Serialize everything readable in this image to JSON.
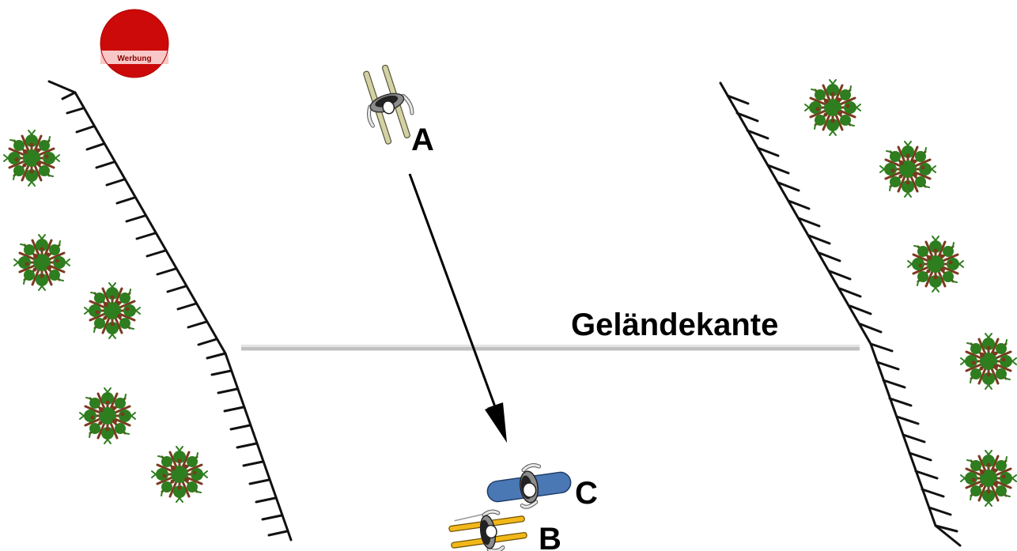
{
  "labels": {
    "skier_a": "A",
    "skier_b": "B",
    "snowboarder_c": "C",
    "edge": "Geländekante",
    "ad": "Werbung"
  },
  "colors": {
    "ad_red": "#cc0a0a",
    "ad_band": "#f8c8c8",
    "edge_line": "#c0c0c0",
    "slope_edge": "#111111",
    "tree_green": "#2e7d1e",
    "tree_brown": "#7a3a1f",
    "skis_a": "#d4d2a4",
    "skis_b": "#f2b81a",
    "board_c": "#4a78b4"
  },
  "icons": {
    "ad": "advertising-sign-icon",
    "tree": "fir-tree-icon",
    "skier": "skier-topview-icon",
    "snowboarder": "snowboarder-topview-icon",
    "arrow": "direction-arrow-icon"
  }
}
